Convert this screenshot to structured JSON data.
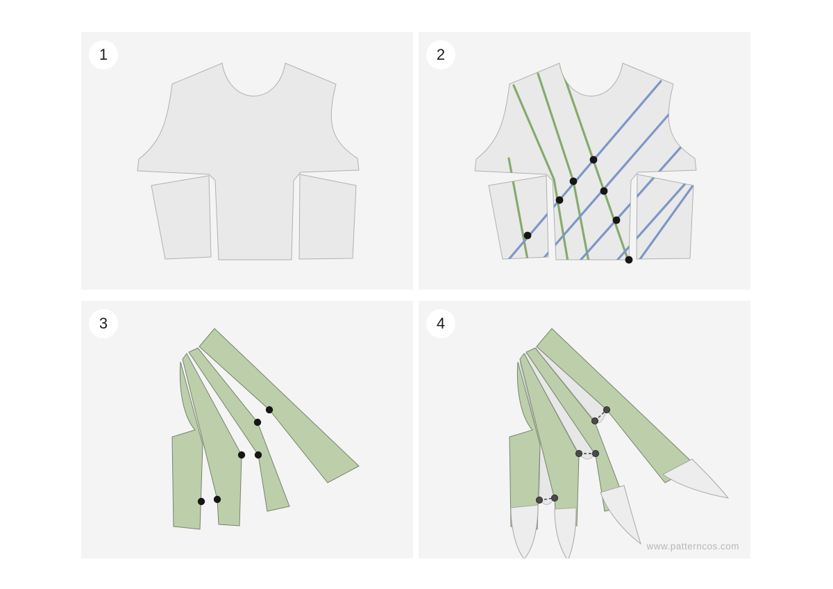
{
  "title": "sewing pattern slash-and-spread tutorial",
  "steps": [
    {
      "number": "1"
    },
    {
      "number": "2"
    },
    {
      "number": "3"
    },
    {
      "number": "4"
    }
  ],
  "watermark": "www.patterncos.com",
  "colors": {
    "page-bg": "#ffffff",
    "panel-bg": "#f4f4f4",
    "piece-fill": "#e9e9e9",
    "piece-stroke": "#b0b0b0",
    "green-fill": "#bccfaa",
    "green-piece-stroke": "#75816c",
    "green-line": "#85aa6e",
    "blue-line": "#7e96c6",
    "dot": "#161616",
    "dot-step4": "#4a4a4a",
    "dot-step4-stroke": "#2f2f2f",
    "dash": "#3a3a3a",
    "tail-fill": "#ededed",
    "tail-stroke": "#a6a6a6",
    "web-fill": "#e7e7e7",
    "web-stroke": "#b5b5b5",
    "badge-bg": "#ffffff",
    "badge-text": "#1c1c1c",
    "watermark-color": "#b7b7b7"
  }
}
